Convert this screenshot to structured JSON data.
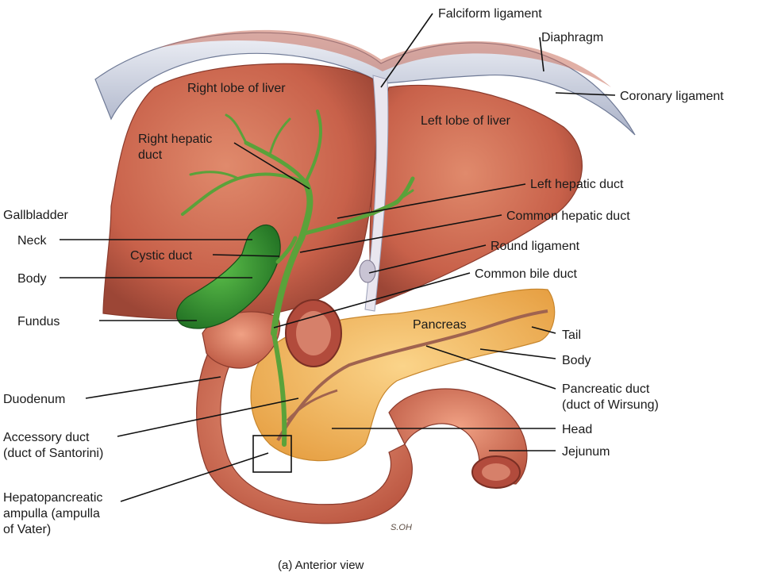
{
  "caption": "(a) Anterior view",
  "artist_signature": "S.OH",
  "labels": {
    "falciform_ligament": "Falciform ligament",
    "diaphragm": "Diaphragm",
    "coronary_ligament": "Coronary ligament",
    "right_lobe_of_liver": "Right lobe of liver",
    "left_lobe_of_liver": "Left lobe of liver",
    "right_hepatic_duct_line1": "Right hepatic",
    "right_hepatic_duct_line2": "duct",
    "left_hepatic_duct": "Left hepatic duct",
    "common_hepatic_duct": "Common hepatic duct",
    "round_ligament": "Round ligament",
    "common_bile_duct": "Common bile duct",
    "gallbladder": "Gallbladder",
    "neck": "Neck",
    "cystic_duct": "Cystic duct",
    "gallbladder_body": "Body",
    "fundus": "Fundus",
    "pancreas": "Pancreas",
    "tail": "Tail",
    "pancreas_body": "Body",
    "pancreatic_duct_line1": "Pancreatic duct",
    "pancreatic_duct_line2": "(duct of Wirsung)",
    "duodenum": "Duodenum",
    "accessory_duct_line1": "Accessory duct",
    "accessory_duct_line2": "(duct of Santorini)",
    "head": "Head",
    "jejunum": "Jejunum",
    "ampulla_line1": "Hepatopancreatic",
    "ampulla_line2": "ampulla (ampulla",
    "ampulla_line3": "of Vater)"
  },
  "colors": {
    "liver": "#c8614a",
    "gallbladder": "#2e8b2e",
    "bile_duct": "#5aa23a",
    "pancreas": "#f2b457",
    "duodenum": "#d9745a",
    "diaphragm": "#cdd3e0"
  }
}
